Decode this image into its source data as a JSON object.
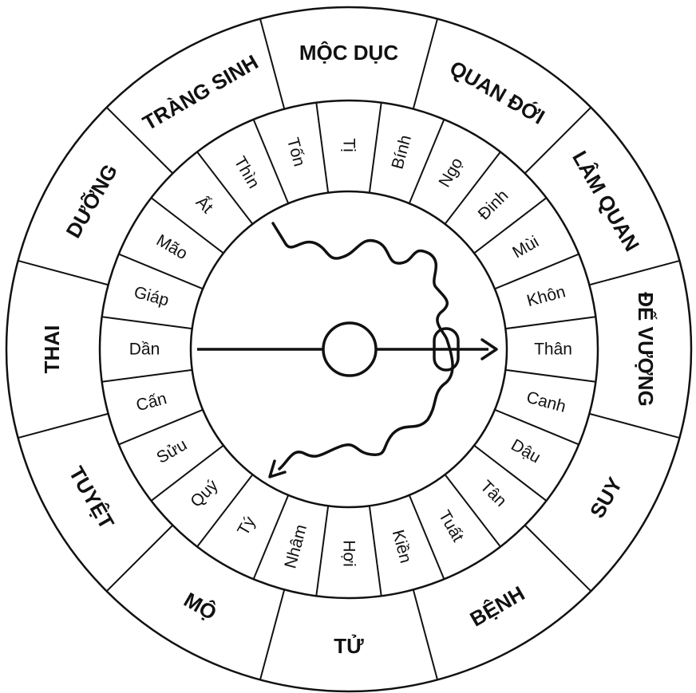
{
  "outer_stages": [
    "MỘC DỤC",
    "QUAN ĐỚI",
    "LÂM QUAN",
    "ĐẾ VƯỢNG",
    "SUY",
    "BỆNH",
    "TỬ",
    "MỘ",
    "TUYỆT",
    "THAI",
    "DƯỠNG",
    "TRÀNG SINH"
  ],
  "inner_positions": [
    "Bính",
    "Ngọ",
    "Đinh",
    "Mùi",
    "Khôn",
    "Thân",
    "Canh",
    "Dậu",
    "Tân",
    "Tuất",
    "Kiền",
    "Hợi",
    "Nhâm",
    "Tý",
    "Quý",
    "Sửu",
    "Cấn",
    "Dần",
    "Giáp",
    "Mão",
    "Ất",
    "Thìn",
    "Tốn",
    "Tị"
  ]
}
